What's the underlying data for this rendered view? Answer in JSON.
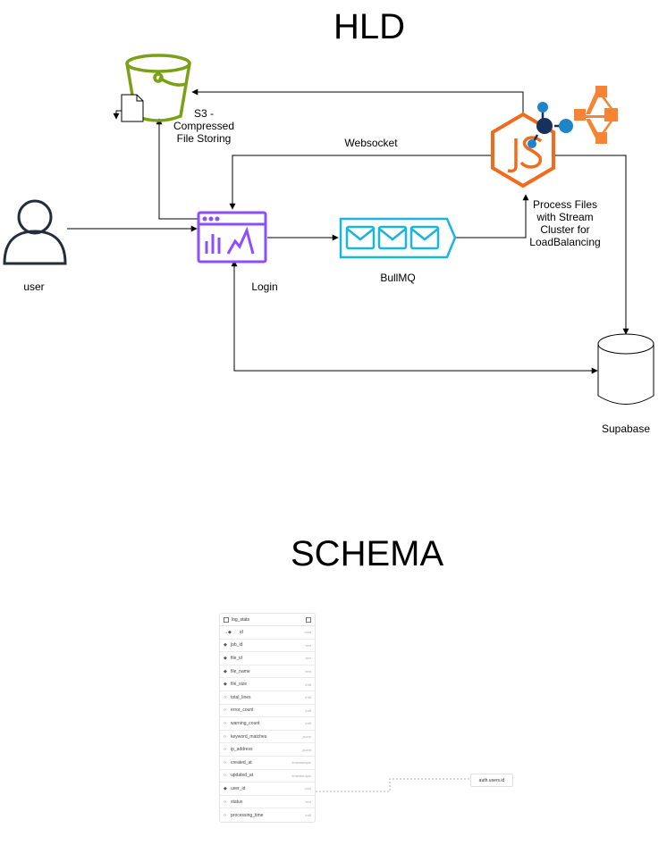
{
  "hld": {
    "title": "HLD",
    "s3_label": [
      "S3 -",
      "Compressed",
      "File Storing"
    ],
    "websocket_label": "Websocket",
    "process_label": [
      "Process Files",
      "with Stream",
      "Cluster for",
      "LoadBalancing"
    ],
    "user_label": "user",
    "login_label": "Login",
    "bullmq_label": "BullMQ",
    "supabase_label": "Supabase",
    "colors": {
      "s3_green": "#7aa116",
      "dashboard_purple": "#8c4fff",
      "queue_blue": "#1ab4e0",
      "node_orange": "#f26b1d",
      "cluster_navy": "#16315e",
      "cluster_blue": "#1e86c8",
      "lb_orange": "#f58534"
    },
    "icons": [
      "user-icon",
      "s3-bucket-icon",
      "file-icon",
      "dashboard-icon",
      "bullmq-queue-icon",
      "nodejs-icon",
      "cluster-icon",
      "load-balancer-icon",
      "database-icon"
    ]
  },
  "schema": {
    "title": "SCHEMA",
    "table_name": "log_stats",
    "columns": [
      {
        "name": "id",
        "type": "uuid",
        "marker": "key"
      },
      {
        "name": "job_id",
        "type": "text",
        "marker": "filled"
      },
      {
        "name": "file_id",
        "type": "text",
        "marker": "filled"
      },
      {
        "name": "file_name",
        "type": "text",
        "marker": "filled"
      },
      {
        "name": "file_size",
        "type": "int8",
        "marker": "filled"
      },
      {
        "name": "total_lines",
        "type": "int8",
        "marker": "empty"
      },
      {
        "name": "error_count",
        "type": "int8",
        "marker": "empty"
      },
      {
        "name": "warning_count",
        "type": "int8",
        "marker": "empty"
      },
      {
        "name": "keyword_matches",
        "type": "jsonb",
        "marker": "empty"
      },
      {
        "name": "ip_address",
        "type": "jsonb",
        "marker": "empty"
      },
      {
        "name": "created_at",
        "type": "timestamptz",
        "marker": "empty"
      },
      {
        "name": "updated_at",
        "type": "timestamptz",
        "marker": "empty"
      },
      {
        "name": "user_id",
        "type": "uuid",
        "marker": "filled"
      },
      {
        "name": "status",
        "type": "text",
        "marker": "empty"
      },
      {
        "name": "processing_time",
        "type": "int8",
        "marker": "empty"
      }
    ],
    "reference": "auth.users.id"
  }
}
